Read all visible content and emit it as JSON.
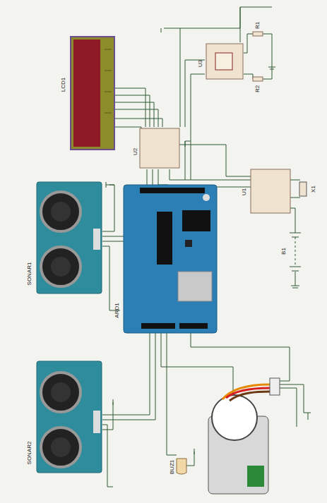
{
  "diagram": {
    "labels": [
      "LCD1",
      "U2",
      "U3",
      "R1",
      "R2",
      "U1",
      "X1",
      "B1",
      "SONAR1",
      "SONAR2",
      "ARD1",
      "BUZ1"
    ]
  }
}
